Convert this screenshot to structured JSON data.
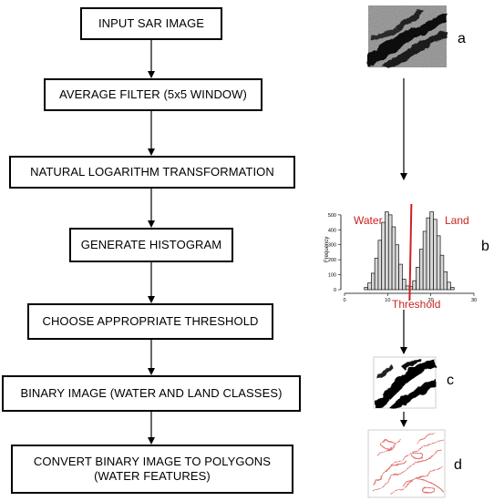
{
  "flowchart": {
    "steps": [
      {
        "label": "INPUT SAR IMAGE"
      },
      {
        "label": "AVERAGE FILTER (5x5 WINDOW)"
      },
      {
        "label": "NATURAL LOGARITHM TRANSFORMATION"
      },
      {
        "label": "GENERATE HISTOGRAM"
      },
      {
        "label": "CHOOSE APPROPRIATE THRESHOLD"
      },
      {
        "label": "BINARY IMAGE (WATER AND LAND CLASSES)"
      },
      {
        "label": "CONVERT BINARY IMAGE TO POLYGONS",
        "label2": "(WATER FEATURES)"
      }
    ]
  },
  "panels": {
    "a": "a",
    "b": "b",
    "c": "c",
    "d": "d"
  },
  "histogram": {
    "water_label": "Water",
    "land_label": "Land",
    "threshold_label": "Threshold",
    "ylabel": "Frequency",
    "yticks": [
      "0",
      "100",
      "200",
      "300",
      "400",
      "500"
    ],
    "xticks": [
      "0",
      "10",
      "20",
      "30"
    ],
    "threshold_color": "#cc2222"
  },
  "chart_data": {
    "type": "bar",
    "ylabel": "Frequency",
    "xlabel": "",
    "ylim": [
      0,
      560
    ],
    "xlim": [
      0,
      30
    ],
    "threshold": 15.5,
    "x": [
      5,
      5.8,
      6.6,
      7.4,
      8.2,
      9,
      9.8,
      10.6,
      11.4,
      12.2,
      13,
      13.8,
      14.6,
      15.4,
      16.2,
      17,
      17.8,
      18.6,
      19.4,
      20.2,
      21,
      21.8,
      22.6,
      23.4,
      24.2,
      25
    ],
    "values": [
      15,
      45,
      110,
      210,
      330,
      450,
      520,
      500,
      420,
      300,
      170,
      70,
      25,
      20,
      60,
      150,
      270,
      390,
      480,
      520,
      470,
      360,
      230,
      120,
      50,
      15
    ]
  }
}
